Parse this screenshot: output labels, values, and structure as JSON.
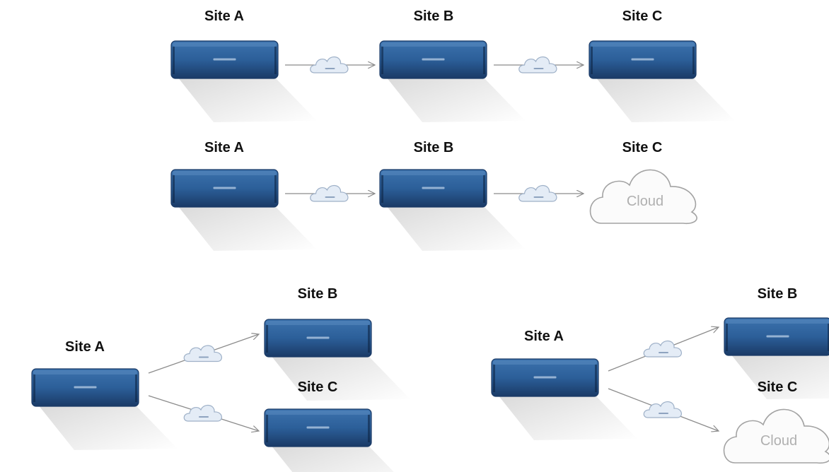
{
  "colors": {
    "server_dark": "#1a3a66",
    "server_mid": "#2c5f99",
    "server_light": "#3c72ad",
    "arrow": "#8c8c8c",
    "cloud_small_fill": "#e4ecf6",
    "cloud_small_stroke": "#9fb1c8",
    "cloud_big_fill": "#fbfbfb",
    "cloud_big_stroke": "#a3a3a3",
    "cloud_text": "#b0b0b0"
  },
  "cloud_big_label": "Cloud",
  "icons": [
    "server-appliance-icon",
    "wan-cloud-icon",
    "cloud-storage-icon",
    "arrow-icon"
  ],
  "diagrams": [
    {
      "id": "d1",
      "name": "chain-a-b-c",
      "labels": {
        "a": "Site A",
        "b": "Site B",
        "c": "Site C"
      }
    },
    {
      "id": "d2",
      "name": "chain-a-b-cloud",
      "labels": {
        "a": "Site A",
        "b": "Site B",
        "c": "Site C"
      }
    },
    {
      "id": "d3",
      "name": "fanout-a-to-b-c",
      "labels": {
        "a": "Site A",
        "b": "Site B",
        "c": "Site C"
      }
    },
    {
      "id": "d4",
      "name": "fanout-a-to-b-cloud",
      "labels": {
        "a": "Site A",
        "b": "Site B",
        "c": "Site C"
      }
    }
  ]
}
